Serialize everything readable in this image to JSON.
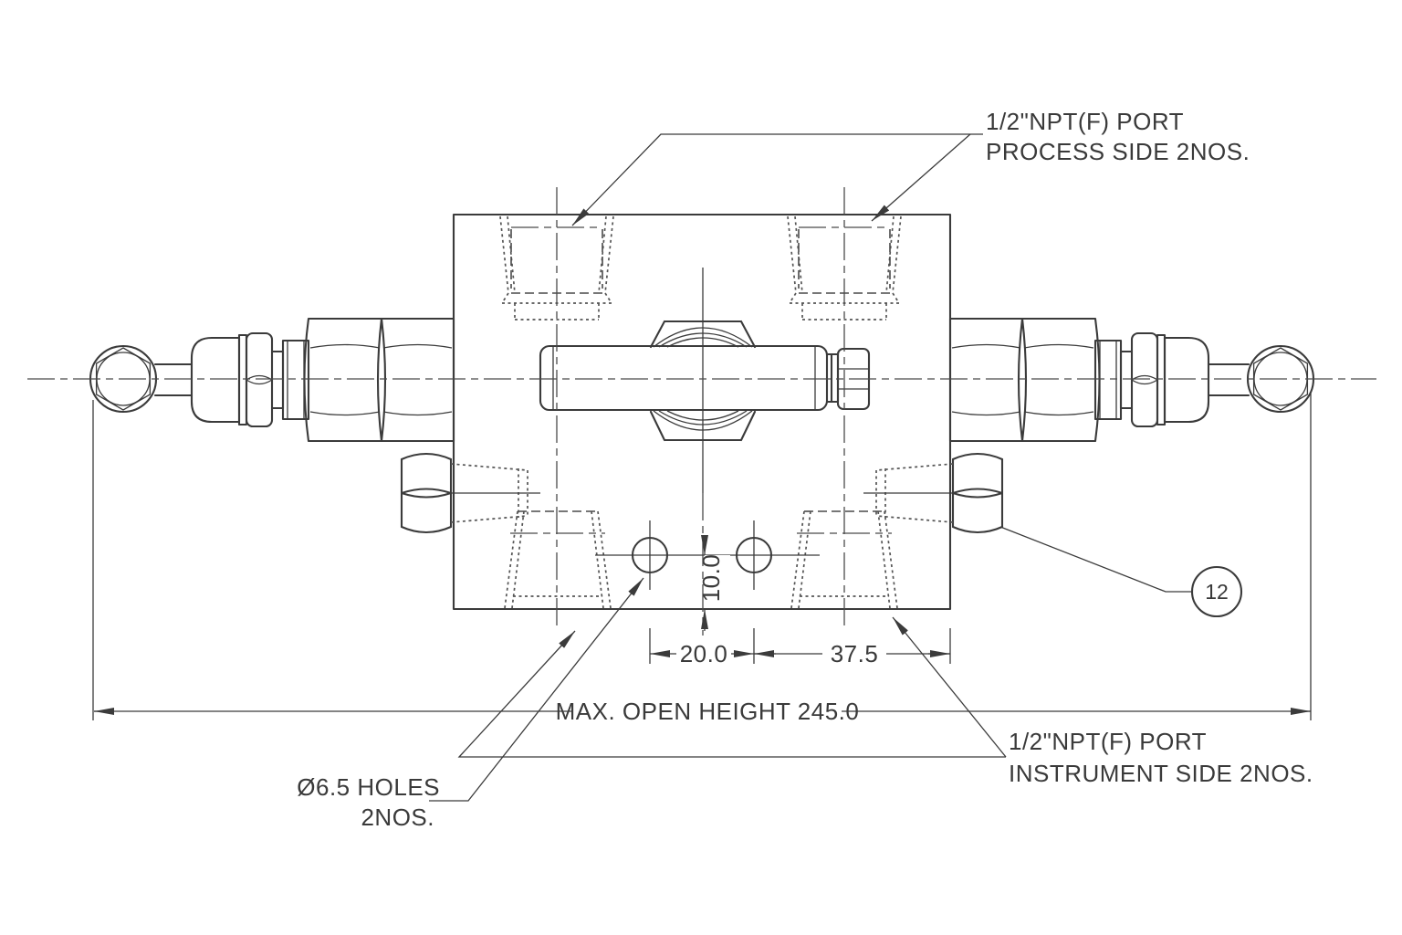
{
  "drawing": {
    "background": "#ffffff",
    "line_color": "#3b3b3b",
    "labels": {
      "process_port": {
        "line1": "1/2\"NPT(F) PORT",
        "line2": "PROCESS SIDE 2NOS."
      },
      "instrument_port": {
        "line1": "1/2\"NPT(F) PORT",
        "line2": "INSTRUMENT SIDE 2NOS."
      },
      "holes": {
        "line1": "Ø6.5 HOLES",
        "line2": "2NOS."
      },
      "max_open_height": "MAX. OPEN HEIGHT 245.0",
      "balloon": "12"
    },
    "dimensions": {
      "hole_spacing": "20.0",
      "hole_to_edge": "37.5",
      "hole_offset": "10.0"
    }
  }
}
